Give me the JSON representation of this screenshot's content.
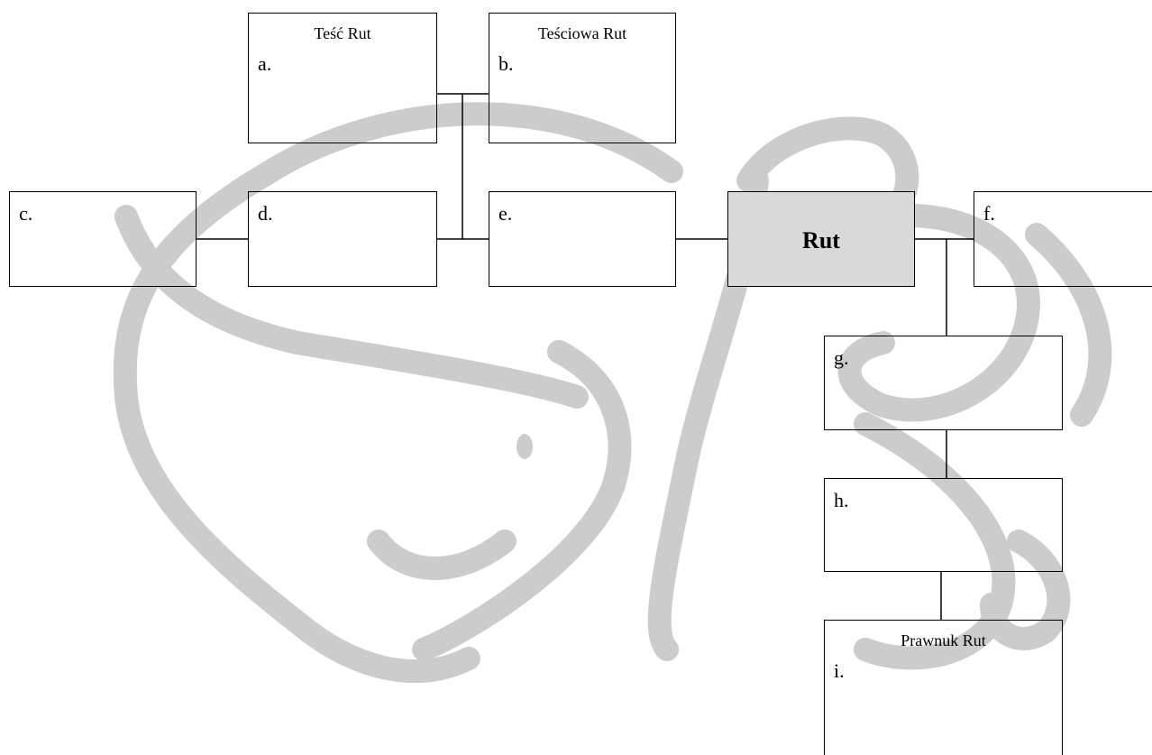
{
  "diagram": {
    "nodes": {
      "a": {
        "caption": "Teść Rut",
        "letter": "a."
      },
      "b": {
        "caption": "Teściowa Rut",
        "letter": "b."
      },
      "c": {
        "letter": "c."
      },
      "d": {
        "letter": "d."
      },
      "e": {
        "letter": "e."
      },
      "rut": {
        "name": "Rut"
      },
      "f": {
        "letter": "f."
      },
      "g": {
        "letter": "g."
      },
      "h": {
        "letter": "h."
      },
      "i": {
        "caption": "Prawnuk Rut",
        "letter": "i."
      }
    },
    "edges": [
      {
        "from": "a",
        "to": "b",
        "kind": "marriage"
      },
      {
        "from": "a+b",
        "to": "d",
        "kind": "child"
      },
      {
        "from": "a+b",
        "to": "e",
        "kind": "child"
      },
      {
        "from": "c",
        "to": "d",
        "kind": "marriage"
      },
      {
        "from": "e",
        "to": "rut",
        "kind": "marriage"
      },
      {
        "from": "rut",
        "to": "f",
        "kind": "marriage"
      },
      {
        "from": "rut+f",
        "to": "g",
        "kind": "child"
      },
      {
        "from": "g",
        "to": "h",
        "kind": "child"
      },
      {
        "from": "h",
        "to": "i",
        "kind": "child"
      }
    ],
    "colors": {
      "line": "#000000",
      "center_fill": "#d9d9d9",
      "watermark": "#cccccc"
    },
    "watermark_icon": "stylized-fish-logo"
  }
}
